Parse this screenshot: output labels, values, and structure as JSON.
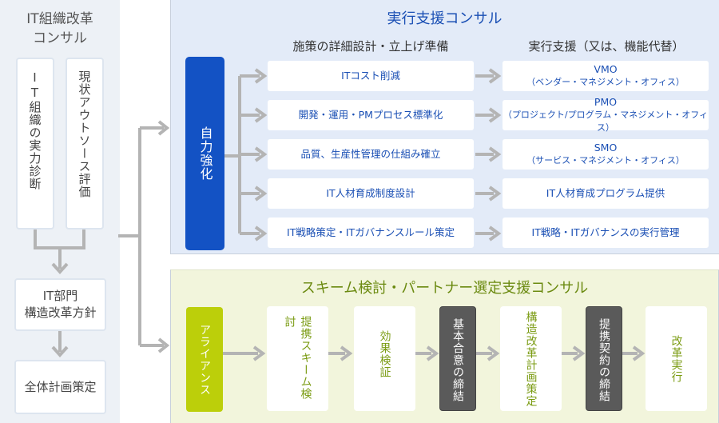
{
  "left": {
    "title_line1": "IT組織改革",
    "title_line2": "コンサル",
    "col_boxes": [
      {
        "label": "IT組織の実力診断"
      },
      {
        "label": "現状アウトソース評価"
      }
    ],
    "policy_line1": "IT部門",
    "policy_line2": "構造改革方針",
    "plan": "全体計画策定"
  },
  "execution": {
    "title": "実行支援コンサル",
    "col1_header": "施策の詳細設計・立上げ準備",
    "col2_header": "実行支援（又は、機能代替）",
    "bar_label": "自力強化",
    "rows": [
      {
        "design": "ITコスト削減",
        "support": "VMO",
        "support_sub": "（ベンダー・マネジメント・オフィス）"
      },
      {
        "design": "開発・運用・PMプロセス標準化",
        "support": "PMO",
        "support_sub": "（プロジェクト/プログラム・マネジメント・オフィス）"
      },
      {
        "design": "品質、生産性管理の仕組み確立",
        "support": "SMO",
        "support_sub": "（サービス・マネジメント・オフィス）"
      },
      {
        "design": "IT人材育成制度設計",
        "support": "IT人材育成プログラム提供",
        "support_sub": ""
      },
      {
        "design": "IT戦略策定・ITガバナンスルール策定",
        "support": "IT戦略・ITガバナンスの実行管理",
        "support_sub": ""
      }
    ]
  },
  "partner": {
    "title": "スキーム検討・パートナー選定支援コンサル",
    "steps": [
      {
        "label": "アライアンス",
        "style": "lime"
      },
      {
        "label": "提携スキーム検討",
        "style": "white"
      },
      {
        "label": "効果検証",
        "style": "white"
      },
      {
        "label": "基本合意の締結",
        "style": "dark"
      },
      {
        "label": "構造改革計画策定",
        "style": "white"
      },
      {
        "label": "提携契約の締結",
        "style": "dark"
      },
      {
        "label": "改革実行",
        "style": "white"
      }
    ]
  },
  "colors": {
    "execution_accent": "#1352c4",
    "execution_text": "#1a4fb4",
    "partner_accent": "#bccf0a",
    "partner_text": "#6b8a10",
    "milestone": "#5a5a5a",
    "arrow": "#b4b4b4"
  }
}
